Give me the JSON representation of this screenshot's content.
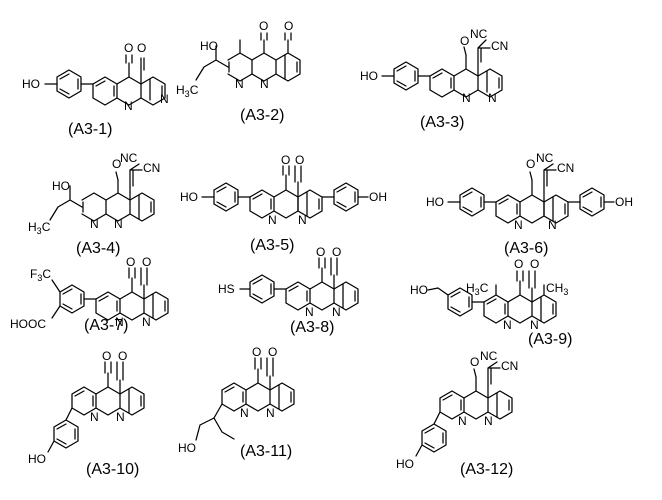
{
  "compounds": [
    {
      "id": "A3-1",
      "caption": "(A3-1)"
    },
    {
      "id": "A3-2",
      "caption": "(A3-2)"
    },
    {
      "id": "A3-3",
      "caption": "(A3-3)"
    },
    {
      "id": "A3-4",
      "caption": "(A3-4)"
    },
    {
      "id": "A3-5",
      "caption": "(A3-5)"
    },
    {
      "id": "A3-6",
      "caption": "(A3-6)"
    },
    {
      "id": "A3-7",
      "caption": "(A3-7)"
    },
    {
      "id": "A3-8",
      "caption": "(A3-8)"
    },
    {
      "id": "A3-9",
      "caption": "(A3-9)"
    },
    {
      "id": "A3-10",
      "caption": "(A3-10)"
    },
    {
      "id": "A3-11",
      "caption": "(A3-11)"
    },
    {
      "id": "A3-12",
      "caption": "(A3-12)"
    }
  ],
  "atoms": {
    "o": "O",
    "n": "N",
    "ho": "HO",
    "oh": "OH",
    "hs": "HS",
    "nc": "NC",
    "cn": "CN",
    "h3c_main": "H",
    "h3c_sub": "3",
    "h3c_c": "C",
    "ch3_c": "CH",
    "ch3_sub": "3",
    "f3c_main": "F",
    "f3c_sub": "3",
    "f3c_c": "C",
    "hooc": "HOOC"
  }
}
